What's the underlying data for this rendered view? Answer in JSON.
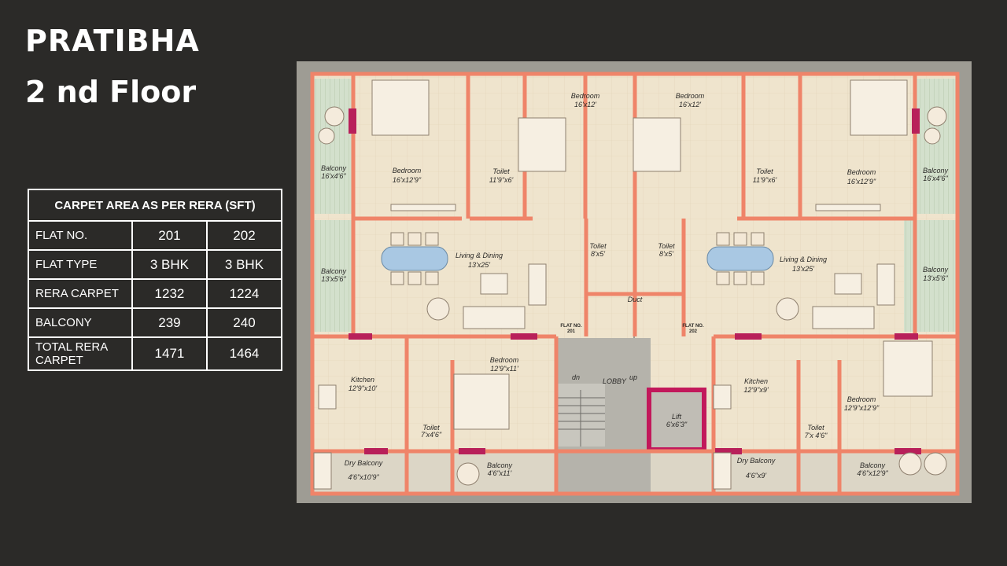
{
  "header": {
    "project": "PRATIBHA",
    "floor": "2 nd Floor"
  },
  "area_table": {
    "title": "CARPET AREA AS PER RERA (SFT)",
    "rows": [
      {
        "label": "FLAT NO.",
        "v201": "201",
        "v202": "202"
      },
      {
        "label": "FLAT TYPE",
        "v201": "3 BHK",
        "v202": "3 BHK"
      },
      {
        "label": "RERA  CARPET",
        "v201": "1232",
        "v202": "1224"
      },
      {
        "label": "BALCONY",
        "v201": "239",
        "v202": "240"
      },
      {
        "label": "TOTAL  RERA CARPET",
        "v201": "1471",
        "v202": "1464"
      }
    ]
  },
  "plan": {
    "rooms": {
      "bed_tl": {
        "name": "Bedroom",
        "size": "16'x12'9\""
      },
      "bed_tc1": {
        "name": "Bedroom",
        "size": "16'x12'"
      },
      "bed_tc2": {
        "name": "Bedroom",
        "size": "16'x12'"
      },
      "bed_tr": {
        "name": "Bedroom",
        "size": "16'x12'9\""
      },
      "toilet_l": {
        "name": "Toilet",
        "size": "11'9\"x6'"
      },
      "toilet_r": {
        "name": "Toilet",
        "size": "11'9\"x6'"
      },
      "balc_l1": {
        "name": "Balcony",
        "size": "16'x4'6\""
      },
      "balc_r1": {
        "name": "Balcony",
        "size": "16'x4'6\""
      },
      "balc_l2": {
        "name": "Balcony",
        "size": "13'x5'6\""
      },
      "balc_r2": {
        "name": "Balcony",
        "size": "13'x5'6\""
      },
      "living_l": {
        "name": "Living & Dining",
        "size": "13'x25'"
      },
      "living_r": {
        "name": "Living & Dining",
        "size": "13'x25'"
      },
      "toilet_c1": {
        "name": "Toilet",
        "size": "8'x5'"
      },
      "toilet_c2": {
        "name": "Toilet",
        "size": "8'x5'"
      },
      "duct": {
        "name": "Duct"
      },
      "flat201": {
        "line1": "FLAT NO.",
        "line2": "201"
      },
      "flat202": {
        "line1": "FLAT NO.",
        "line2": "202"
      },
      "kitchen_l": {
        "name": "Kitchen",
        "size": "12'9\"x10'"
      },
      "kitchen_r": {
        "name": "Kitchen",
        "size": "12'9\"x9'"
      },
      "bed_bl": {
        "name": "Bedroom",
        "size": "12'9\"x11'"
      },
      "bed_br": {
        "name": "Bedroom",
        "size": "12'9\"x12'9\""
      },
      "toilet_bl": {
        "name": "Toilet",
        "size": "7'x4'6\""
      },
      "toilet_br": {
        "name": "Toilet",
        "size": "7'x 4'6\""
      },
      "lobby": {
        "name": "LOBBY",
        "dn": "dn",
        "up": "up"
      },
      "lift": {
        "name": "Lift",
        "size": "6'x6'3\""
      },
      "dry_l": {
        "name": "Dry Balcony",
        "size": "4'6\"x10'9\""
      },
      "dry_r": {
        "name": "Dry Balcony",
        "size": "4'6\"x9'"
      },
      "balc_bl": {
        "name": "Balcony",
        "size": "4'6\"x11'"
      },
      "balc_br": {
        "name": "Balcony",
        "size": "4'6\"x12'9\""
      }
    }
  },
  "colors": {
    "background": "#2b2a28",
    "wall": "#ef8469",
    "door_jamb": "#b8205a",
    "floor": "#efe3cc",
    "outer": "#9a9890",
    "balcony": "#cfe0cf"
  }
}
